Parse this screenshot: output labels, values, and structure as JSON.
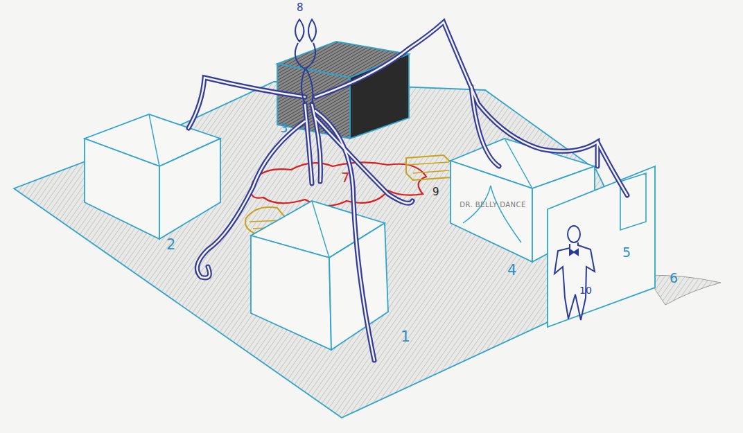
{
  "diagram": {
    "nodes": [
      {
        "text": [
          "DR. BELLY DANCE"
        ]
      }
    ],
    "labels": [
      "8",
      "3",
      "7",
      "9",
      "2",
      "4",
      "5",
      "1",
      "10",
      "6"
    ]
  }
}
